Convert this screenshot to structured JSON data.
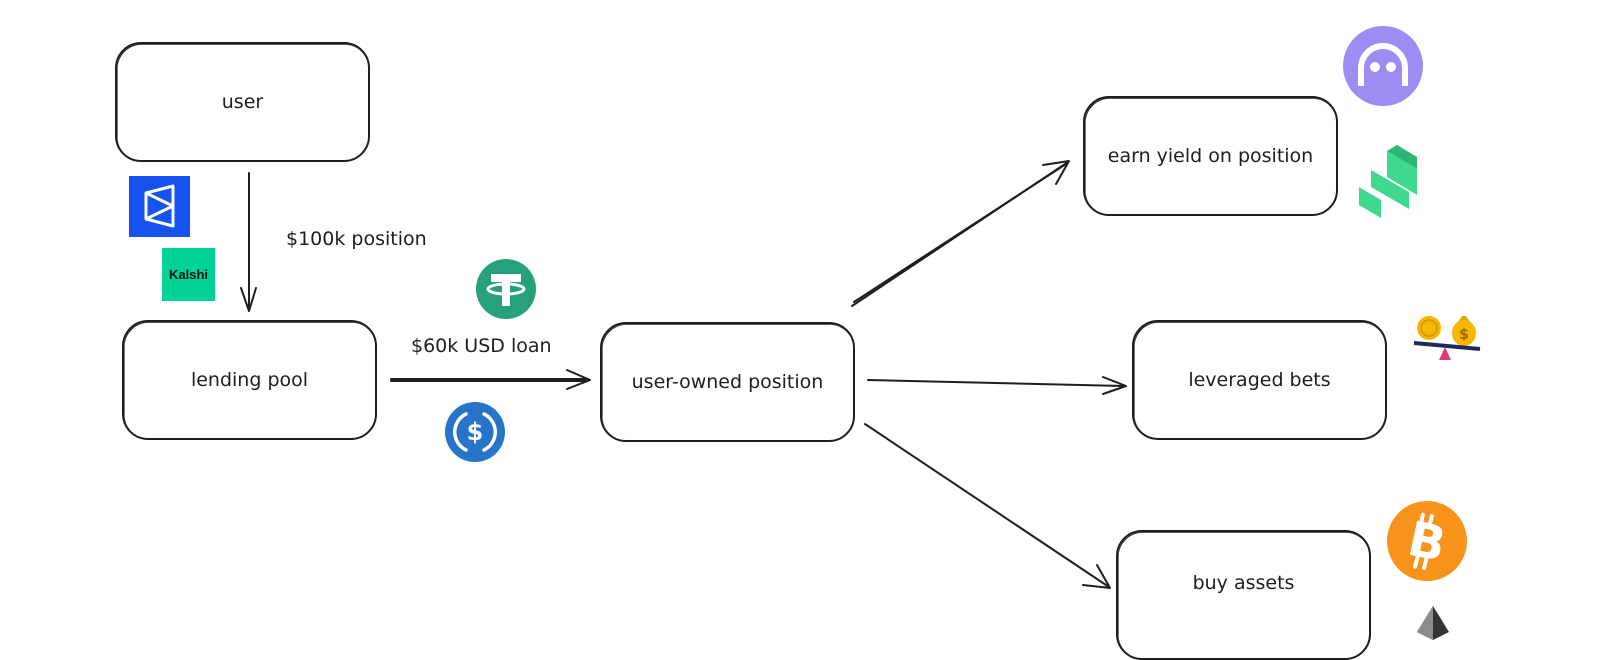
{
  "nodes": {
    "user": "user",
    "lending_pool": "lending pool",
    "user_owned_position": "user-owned position",
    "earn_yield": "earn yield on position",
    "leveraged_bets": "leveraged bets",
    "buy_assets": "buy assets"
  },
  "edges": {
    "user_to_pool": "$100k position",
    "pool_to_position": "$60k USD loan"
  },
  "logos": {
    "polymarket": {
      "icon": "polymarket-logo",
      "color": "#1652F0"
    },
    "kalshi": {
      "icon": "kalshi-logo",
      "text": "Kalshi",
      "color": "#00D395"
    },
    "tether": {
      "icon": "tether-logo",
      "color": "#26A17B"
    },
    "usdc": {
      "icon": "usdc-logo",
      "color": "#2775CA"
    },
    "morpho": {
      "icon": "morpho-logo",
      "color": "#9B8DF2"
    },
    "compound": {
      "icon": "compound-logo",
      "color": "#3FD98E"
    },
    "leverage": {
      "icon": "balance-scale-icon"
    },
    "bitcoin": {
      "icon": "bitcoin-logo",
      "color": "#F7931A"
    },
    "ethereum": {
      "icon": "ethereum-logo",
      "color": "#343434"
    }
  },
  "stroke_color": "#1e1e1e"
}
